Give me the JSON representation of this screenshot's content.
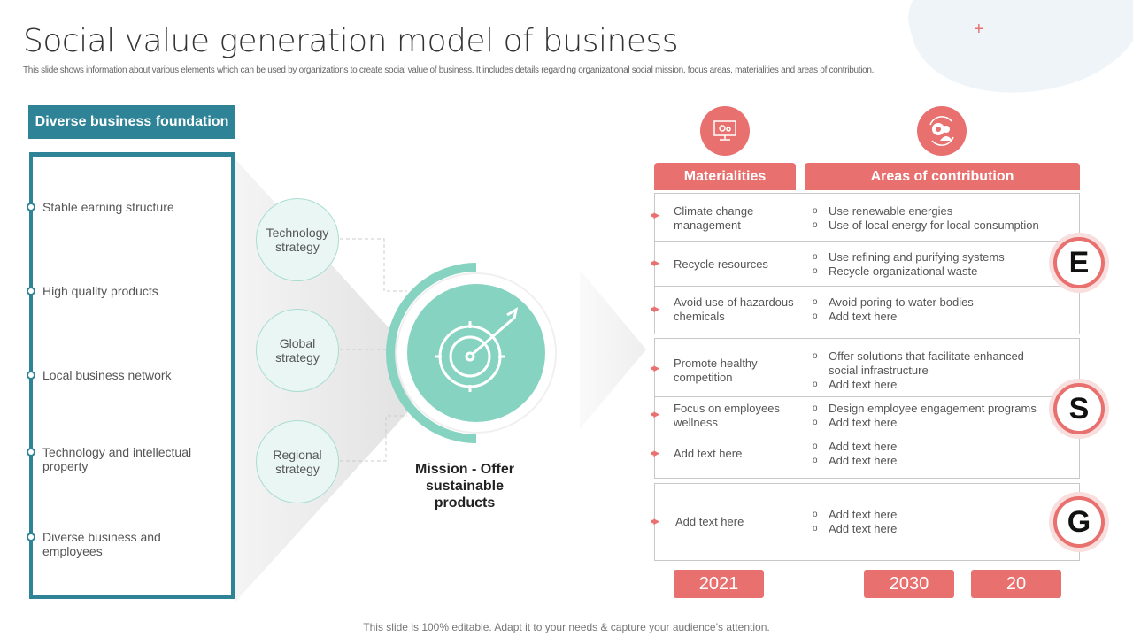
{
  "title": "Social value generation model of business",
  "subtitle": "This slide shows information about various elements which can be used by organizations to create social value of business. It includes details regarding organizational social mission, focus areas, materialities and areas of contribution.",
  "foundation": {
    "label": "Diverse business foundation",
    "items": [
      "Stable earning structure",
      "High quality products",
      "Local business network",
      "Technology and intellectual property",
      "Diverse business and employees"
    ]
  },
  "strategies": [
    "Technology strategy",
    "Global strategy",
    "Regional strategy"
  ],
  "mission": "Mission - Offer sustainable products",
  "headers": {
    "materialities": "Materialities",
    "areas": "Areas of contribution"
  },
  "groups": [
    {
      "letter": "E",
      "rows": [
        {
          "materiality": "Climate change management",
          "areas": [
            "Use renewable energies",
            "Use of local energy for local consumption"
          ]
        },
        {
          "materiality": "Recycle resources",
          "areas": [
            "Use refining and purifying systems",
            "Recycle organizational waste"
          ]
        },
        {
          "materiality": "Avoid use of hazardous chemicals",
          "areas": [
            "Avoid poring to water bodies",
            "Add text here"
          ]
        }
      ]
    },
    {
      "letter": "S",
      "rows": [
        {
          "materiality": "Promote healthy competition",
          "areas": [
            "Offer solutions that facilitate enhanced social infrastructure",
            "Add text here"
          ]
        },
        {
          "materiality": "Focus on employees wellness",
          "areas": [
            "Design employee engagement programs",
            "Add text here"
          ]
        },
        {
          "materiality": "Add text here",
          "areas": [
            "Add text here",
            "Add text here"
          ]
        }
      ]
    },
    {
      "letter": "G",
      "rows": [
        {
          "materiality": "Add text here",
          "areas": [
            "Add text here",
            "Add text here"
          ]
        }
      ]
    }
  ],
  "years": [
    "2021",
    "2030",
    "20"
  ],
  "footer": "This slide is 100% editable. Adapt it to your needs & capture your audience’s attention.",
  "colors": {
    "teal": "#2f8397",
    "coral": "#e8706f",
    "mint": "#85d3c0"
  }
}
